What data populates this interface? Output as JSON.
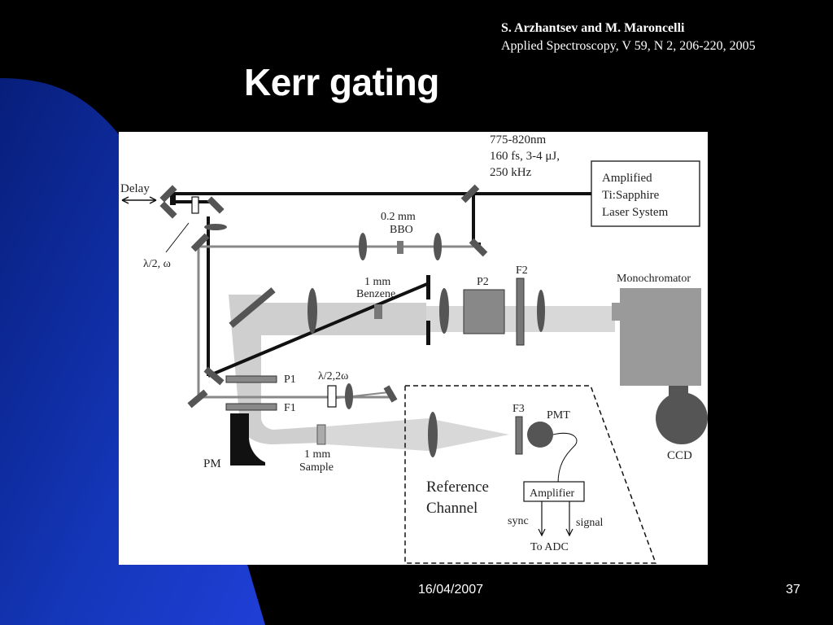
{
  "slide": {
    "citation_authors": "S. Arzhantsev and M. Maroncelli",
    "citation_journal": "Applied Spectroscopy, V 59, N 2, 206-220, 2005",
    "title": "Kerr gating",
    "footer_date": "16/04/2007",
    "footer_page": "37"
  },
  "colors": {
    "background": "#000000",
    "blue_gradient_light": "#1f3fd6",
    "blue_gradient_dark": "#071e7a",
    "text": "#ffffff"
  },
  "diagram": {
    "laser_params_1": "775-820nm",
    "laser_params_2": "160 fs, 3-4 μJ,",
    "laser_params_3": "250 kHz",
    "laser_line1": "Amplified",
    "laser_line2": "Ti:Sapphire",
    "laser_line3": "Laser System",
    "delay": "Delay",
    "bbo_1": "0.2 mm",
    "bbo_2": "BBO",
    "waveplate_1": "λ/2, ω",
    "benzene_1": "1 mm",
    "benzene_2": "Benzene",
    "p2": "P2",
    "f2": "F2",
    "monochromator": "Monochromator",
    "p1": "P1",
    "f1": "F1",
    "waveplate_2": "λ/2,2ω",
    "pm": "PM",
    "sample_1": "1 mm",
    "sample_2": "Sample",
    "f3": "F3",
    "pmt": "PMT",
    "ccd": "CCD",
    "reference_1": "Reference",
    "reference_2": "Channel",
    "amplifier": "Amplifier",
    "sync": "sync",
    "signal": "signal",
    "to_adc": "To ADC"
  }
}
